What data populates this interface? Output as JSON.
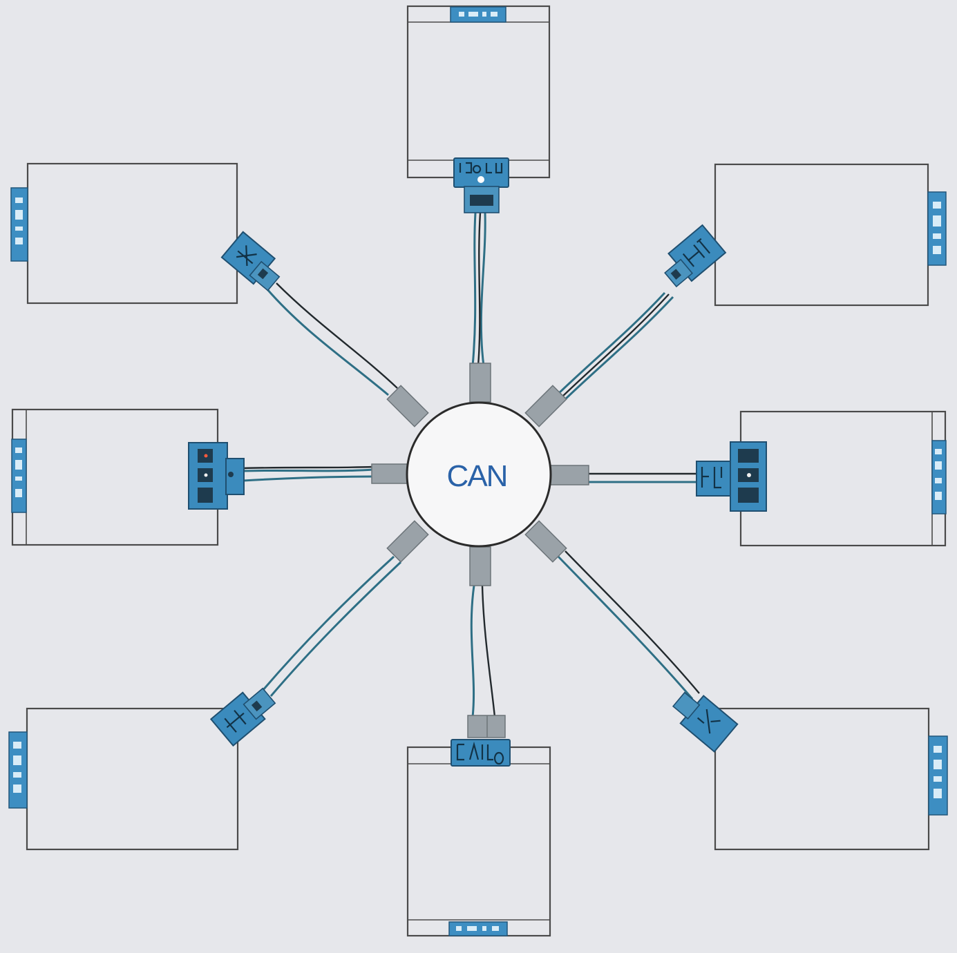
{
  "hub": {
    "label": "CAN"
  },
  "colors": {
    "background": "#e6e7eb",
    "connector_blue": "#3b8bbd",
    "wire_teal": "#2e6f85",
    "hub_text": "#2a62a8"
  },
  "nodes": [
    {
      "id": "top",
      "icon": "connector-icon"
    },
    {
      "id": "top-right",
      "icon": "connector-icon"
    },
    {
      "id": "right",
      "icon": "connector-icon"
    },
    {
      "id": "bottom-right",
      "icon": "connector-icon"
    },
    {
      "id": "bottom",
      "icon": "connector-icon"
    },
    {
      "id": "bottom-left",
      "icon": "connector-icon"
    },
    {
      "id": "left",
      "icon": "connector-icon"
    },
    {
      "id": "top-left",
      "icon": "connector-icon"
    }
  ]
}
